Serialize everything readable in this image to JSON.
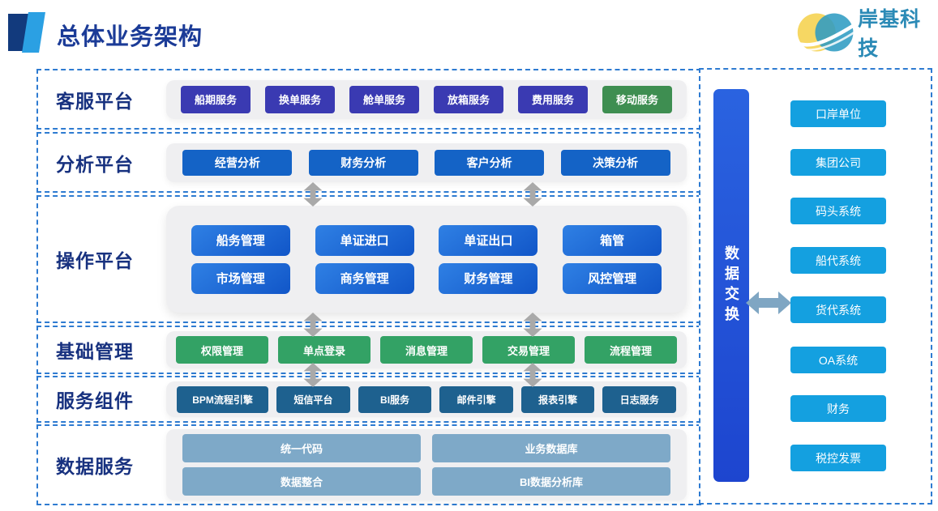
{
  "header": {
    "title": "总体业务架构",
    "logo_text": "岸基科技"
  },
  "platform_rows": {
    "customer": {
      "label": "客服平台",
      "buttons": [
        "船期服务",
        "换单服务",
        "舱单服务",
        "放箱服务",
        "费用服务",
        "移动服务"
      ]
    },
    "analysis": {
      "label": "分析平台",
      "buttons": [
        "经营分析",
        "财务分析",
        "客户分析",
        "决策分析"
      ]
    },
    "operation": {
      "label": "操作平台",
      "buttons": [
        "船务管理",
        "单证进口",
        "单证出口",
        "箱管",
        "市场管理",
        "商务管理",
        "财务管理",
        "风控管理"
      ]
    },
    "foundation": {
      "label": "基础管理",
      "buttons": [
        "权限管理",
        "单点登录",
        "消息管理",
        "交易管理",
        "流程管理"
      ]
    },
    "component": {
      "label": "服务组件",
      "buttons": [
        "BPM流程引擎",
        "短信平台",
        "BI服务",
        "邮件引擎",
        "报表引擎",
        "日志服务"
      ]
    },
    "dataservice": {
      "label": "数据服务",
      "buttons": [
        "统一代码",
        "业务数据库",
        "数据整合",
        "BI数据分析库"
      ]
    }
  },
  "data_exchange": {
    "bar_label": "数据交换",
    "systems": [
      "口岸单位",
      "集团公司",
      "码头系统",
      "船代系统",
      "货代系统",
      "OA系统",
      "财务",
      "税控发票"
    ]
  },
  "colors": {
    "dashed_border": "#2e7bd1",
    "title_navy": "#1b3b97",
    "chip_indigo": "#3a3ab2",
    "chip_mobile_green": "#3e8e51",
    "chip_blue": "#1463c6",
    "chip_gradient_blue": "#1156c8",
    "chip_green": "#33a265",
    "chip_steel": "#1e618f",
    "chip_slate": "#7ea9c8",
    "chip_azure": "#14a0e0",
    "exchange_bar_blue": "#2355d9",
    "connector_gray": "#a9a9a9",
    "exchange_arrow_slate": "#7fa6c3",
    "logo_yellow": "#f6d763",
    "logo_teal": "#2f9cc3"
  }
}
